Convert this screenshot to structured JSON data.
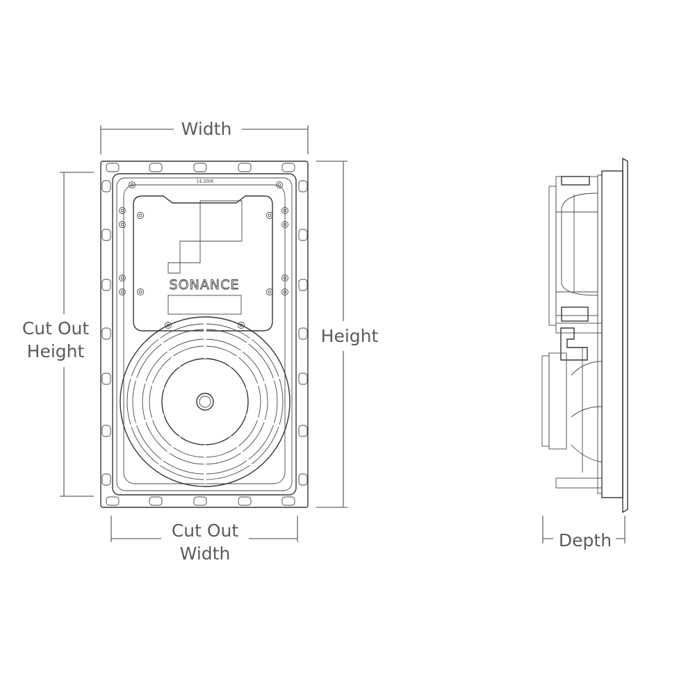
{
  "labels": {
    "width": "Width",
    "height": "Height",
    "cut_out_height_line1": "Cut Out",
    "cut_out_height_line2": "Height",
    "cut_out_width_line1": "Cut Out",
    "cut_out_width_line2": "Width",
    "depth": "Depth"
  },
  "front_view": {
    "brand_logo": "SONANCE",
    "model_marking": "14-2006"
  }
}
